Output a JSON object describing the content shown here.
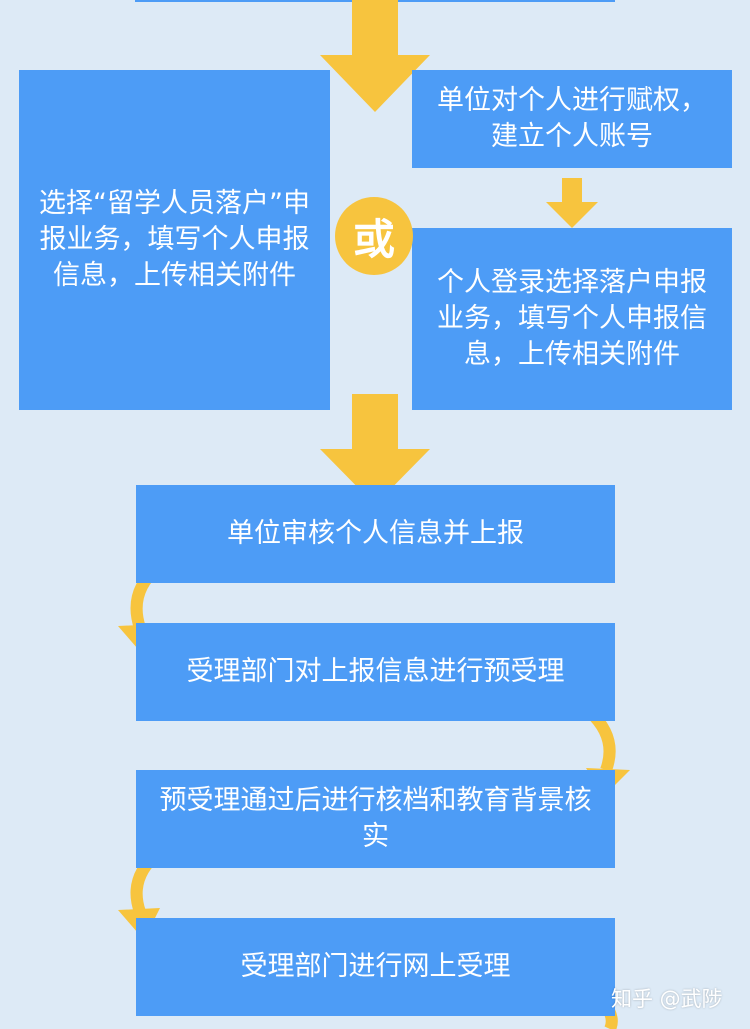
{
  "nodes": {
    "group_register": "选择“留学人员落户”申报业务，填写个人申报信息，上传相关附件",
    "unit_authorize": "单位对个人进行赋权，建立个人账号",
    "personal_login": "个人登录选择落户申报业务，填写个人申报信息，上传相关附件",
    "unit_review": "单位审核个人信息并上报",
    "pre_accept": "受理部门对上报信息进行预受理",
    "verify": "预受理通过后进行核档和教育背景核实",
    "online_accept": "受理部门进行网上受理"
  },
  "or_label": "或",
  "watermark": "知乎 @武陟",
  "colors": {
    "background": "#ddeaf6",
    "box": "#4d9cf6",
    "arrow": "#f7c43e",
    "text": "#ffffff"
  }
}
